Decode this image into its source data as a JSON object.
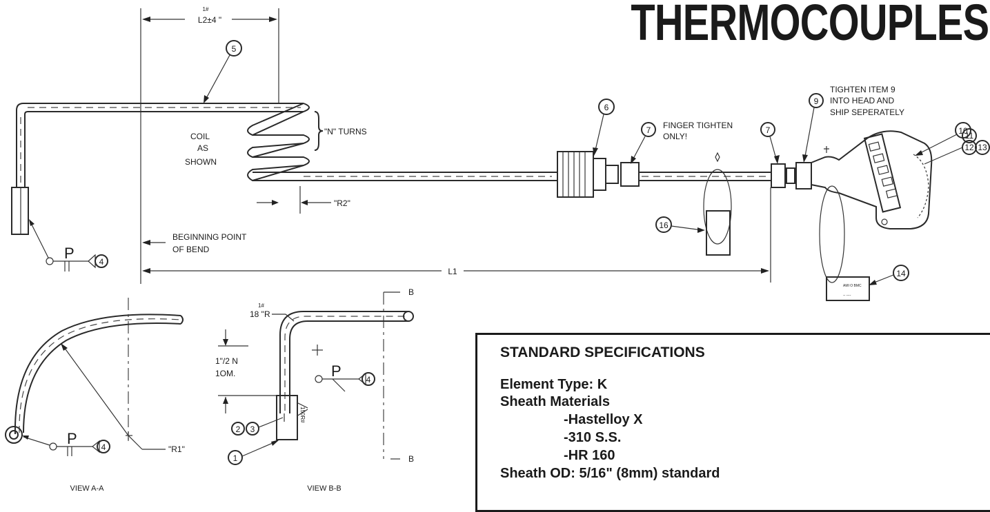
{
  "title": "THERMOCOUPLES",
  "dims": {
    "l2": "L2±4 \"",
    "l2_sup": "1#",
    "l1": "L1",
    "r1": "\"R1\"",
    "r2": "\"R2\"",
    "r_sup": "1#",
    "r_small": "18 \"R",
    "tol": "1\"/2 N",
    "tol2": "1OM.",
    "sectionB": "B"
  },
  "notes": {
    "coil_1": "COIL",
    "coil_2": "AS",
    "coil_3": "SHOWN",
    "turns": "\"N\" TURNS",
    "bend_1": "BEGINNING POINT",
    "bend_2": "OF BEND",
    "finger_1": "FINGER TIGHTEN",
    "finger_2": "ONLY!",
    "tighten_1": "TIGHTEN ITEM 9",
    "tighten_2": "INTO HEAD AND",
    "tighten_3": "SHIP SEPERATELY",
    "weld_symbol": "P",
    "view_a": "VIEW A-A",
    "view_b": "VIEW B-B"
  },
  "balloons": {
    "b1": "1",
    "b2": "2",
    "b3": "3",
    "b4": "4",
    "b5": "5",
    "b6": "6",
    "b7": "7",
    "b9": "9",
    "b10": "10",
    "b11": "11",
    "b12": "12",
    "b13": "13",
    "b14": "14",
    "b16": "16"
  },
  "specs": {
    "heading": "STANDARD SPECIFICATIONS",
    "element_type": "Element Type: K",
    "sheath_materials": "Sheath Materials",
    "material_1": "-Hastelloy X",
    "material_2": "-310 S.S.",
    "material_3": "-HR 160",
    "sheath_od": "Sheath OD: 5/16\"  (8mm) standard"
  }
}
